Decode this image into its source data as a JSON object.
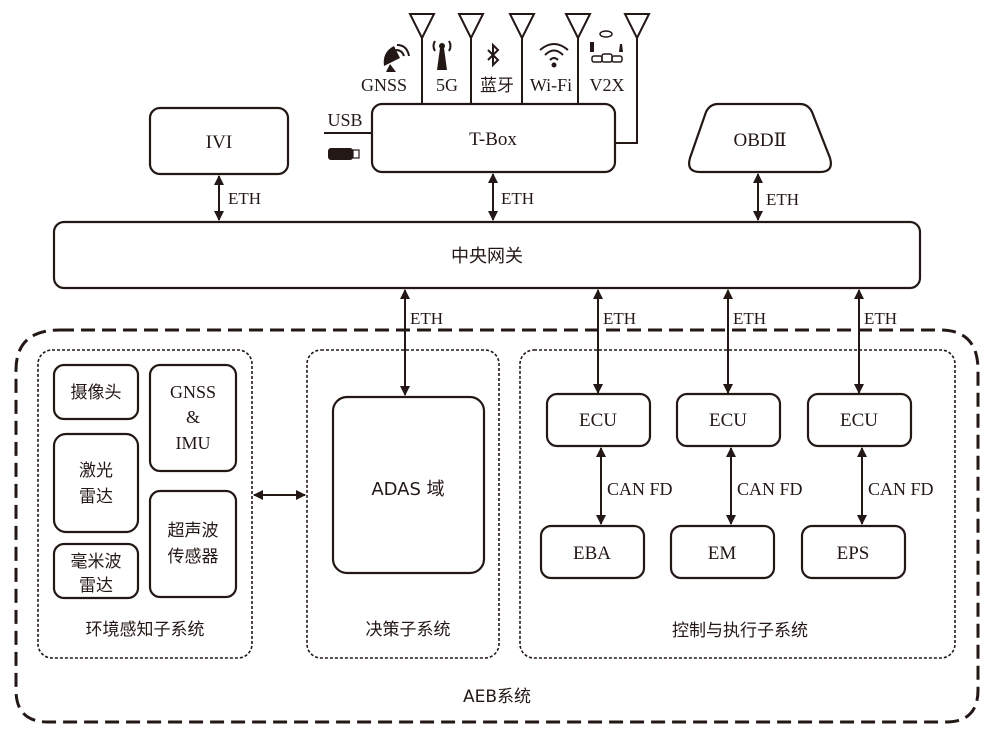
{
  "antennas": [
    {
      "label": "GNSS",
      "icon": "satellite-dish-icon"
    },
    {
      "label": "5G",
      "icon": "cell-tower-icon"
    },
    {
      "label": "蓝牙",
      "icon": "bluetooth-icon"
    },
    {
      "label": "Wi-Fi",
      "icon": "wifi-icon"
    },
    {
      "label": "V2X",
      "icon": "v2x-icon"
    }
  ],
  "usb_label": "USB",
  "nodes": {
    "ivi": "IVI",
    "tbox": "T-Box",
    "obd": "OBDⅡ",
    "gateway": "中央网关",
    "adas": "ADAS 域",
    "camera": "摄像头",
    "gnss_imu": [
      "GNSS",
      "&",
      "IMU"
    ],
    "lidar": [
      "激光",
      "雷达"
    ],
    "mmwave": [
      "毫米波",
      "雷达"
    ],
    "ultrasonic": [
      "超声波",
      "传感器"
    ],
    "ecu": [
      "ECU",
      "ECU",
      "ECU"
    ],
    "actuators": [
      "EBA",
      "EM",
      "EPS"
    ]
  },
  "links": {
    "eth": "ETH",
    "canfd": "CAN FD"
  },
  "subsystems": {
    "perception": "环境感知子系统",
    "decision": "决策子系统",
    "control": "控制与执行子系统",
    "aeb": "AEB系统"
  }
}
